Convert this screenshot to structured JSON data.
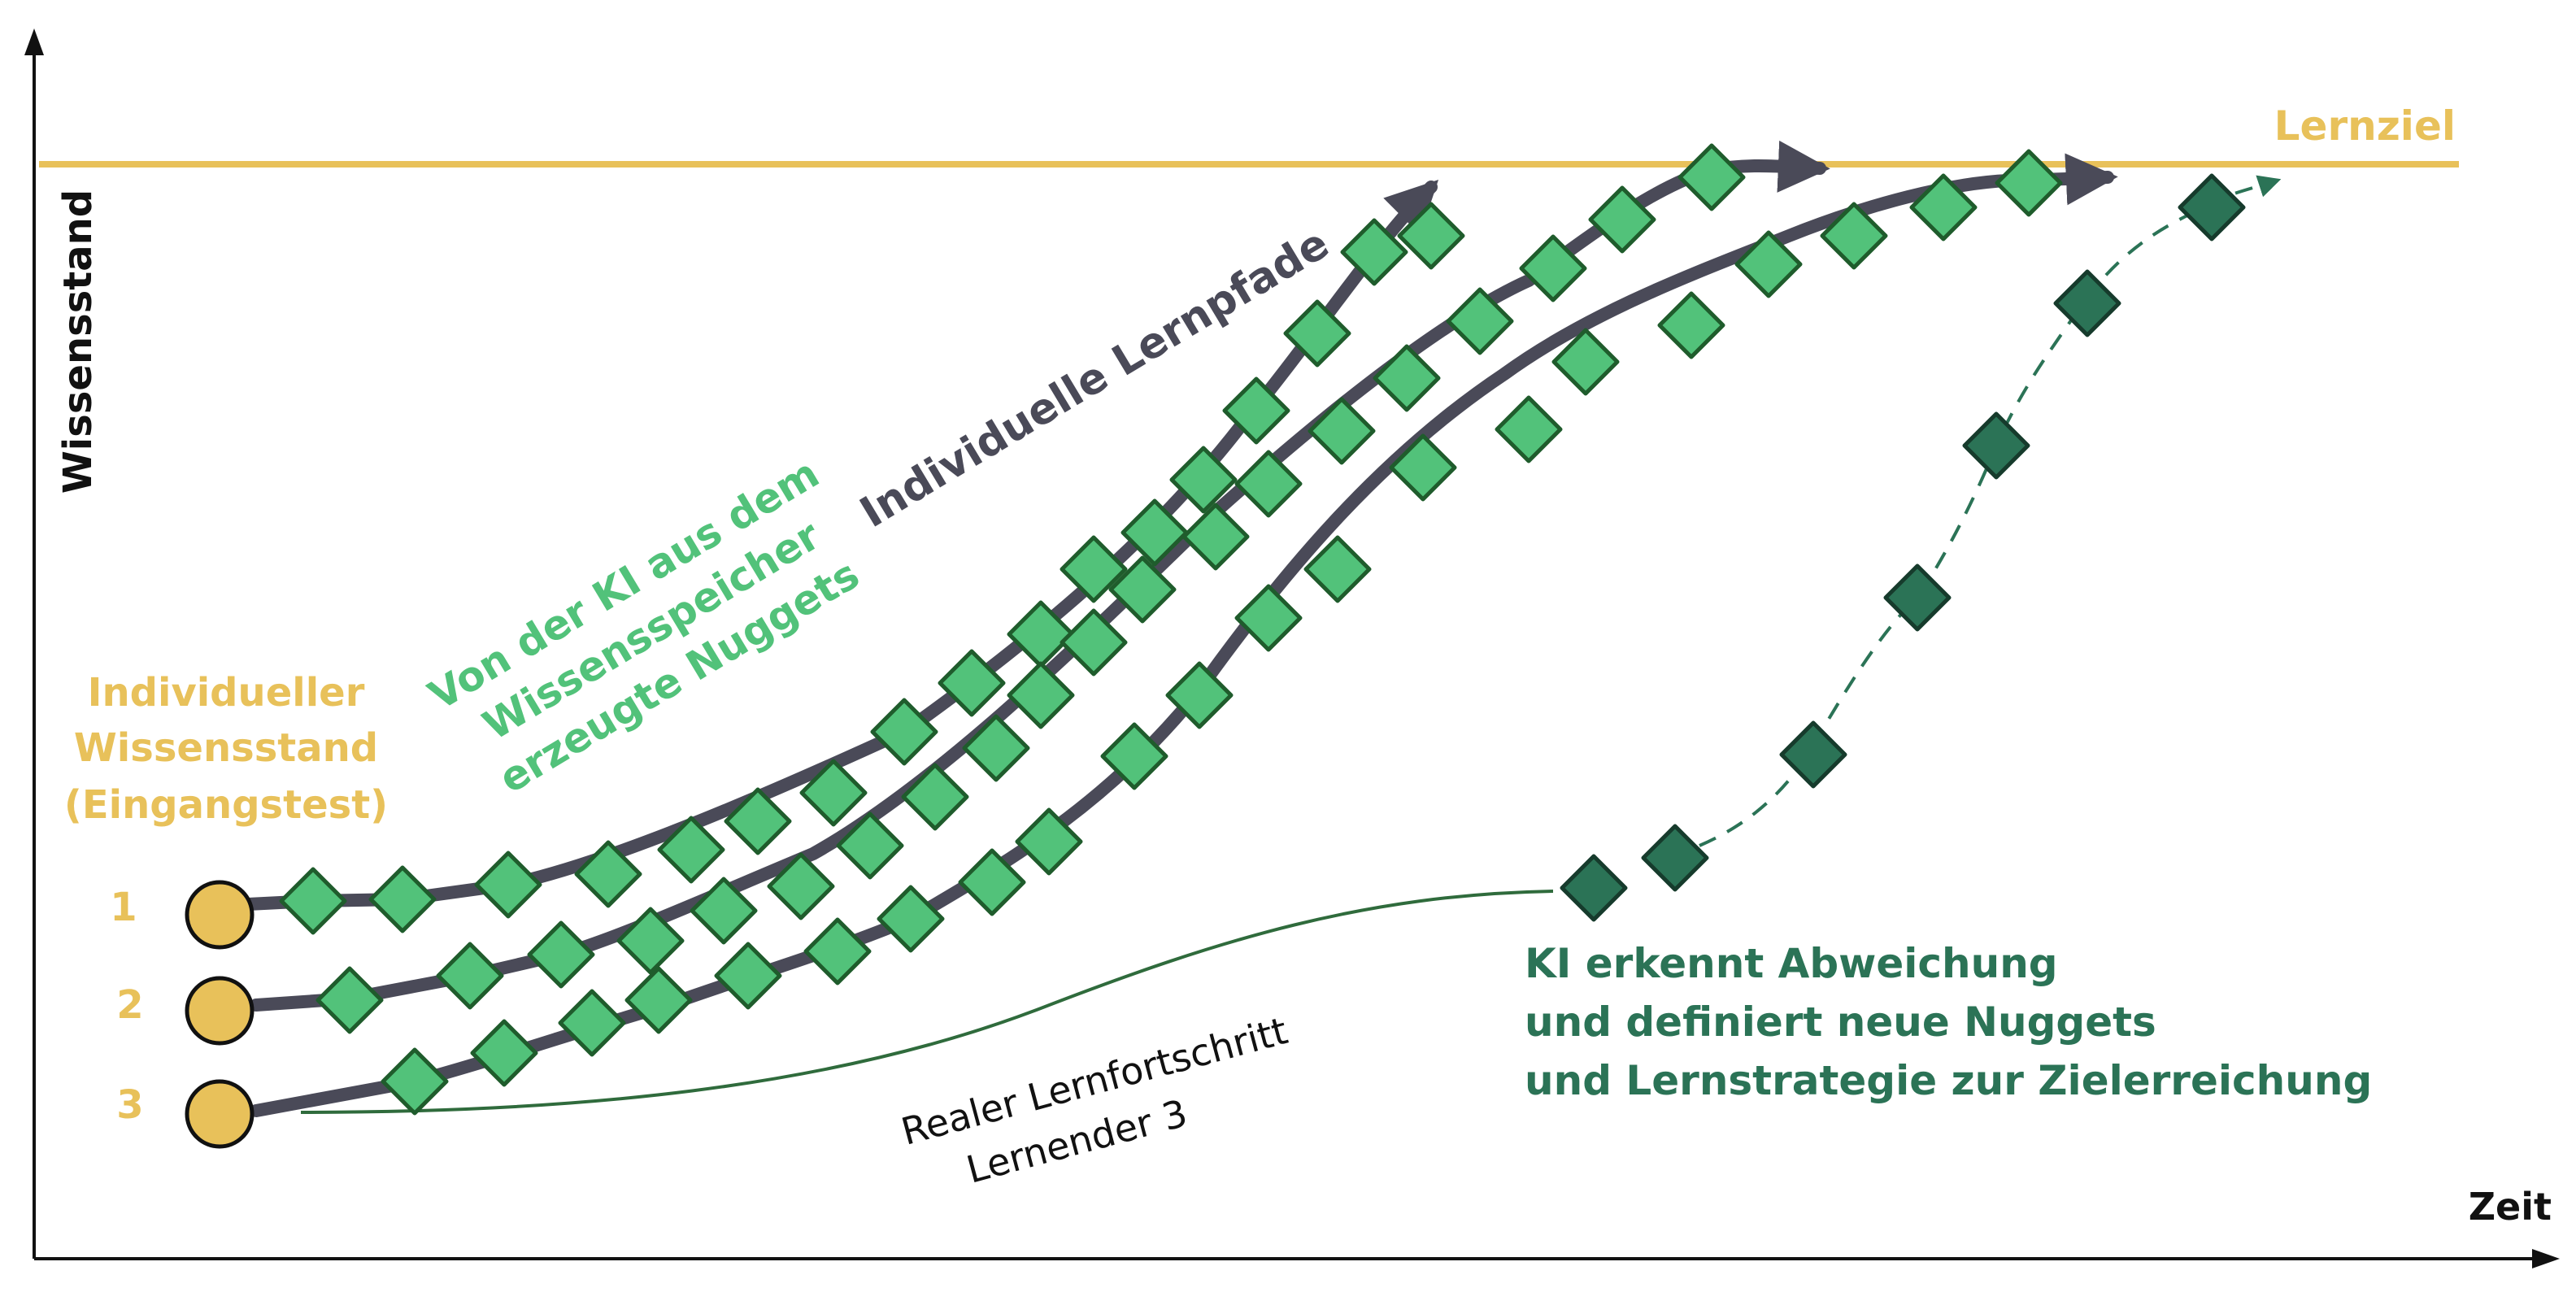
{
  "axes": {
    "y_label": "Wissensstand",
    "x_label": "Zeit"
  },
  "goal": {
    "label": "Lernziel",
    "color": "#e8c15a"
  },
  "start": {
    "label_lines": [
      "Individueller",
      "Wissensstand",
      "(Eingangstest)"
    ],
    "learners": [
      "1",
      "2",
      "3"
    ],
    "color": "#e8c15a"
  },
  "annotations": {
    "paths_label": "Individuelle Lernpfade",
    "nuggets_label_lines": [
      "Von der KI aus dem",
      "Wissensspeicher",
      "erzeugte Nuggets"
    ],
    "real_progress_lines": [
      "Realer Lernfortschritt",
      "Lernender 3"
    ],
    "ki_lines": [
      "KI erkennt Abweichung",
      "und definiert neue Nuggets",
      "und Lernstrategie zur Zielerreichung"
    ]
  },
  "colors": {
    "path": "#4a4a58",
    "nugget": "#52c27a",
    "nugget_stroke": "#1f5c2c",
    "nugget_dark": "#2b7356",
    "real_line": "#2f6b3c",
    "text_green": "#52c27a",
    "text_dark_green": "#2b7356",
    "text_gray": "#4a4a58",
    "axis": "#111111"
  },
  "icons": {
    "start": "circle",
    "nugget": "diamond",
    "arrow": "arrowhead"
  }
}
